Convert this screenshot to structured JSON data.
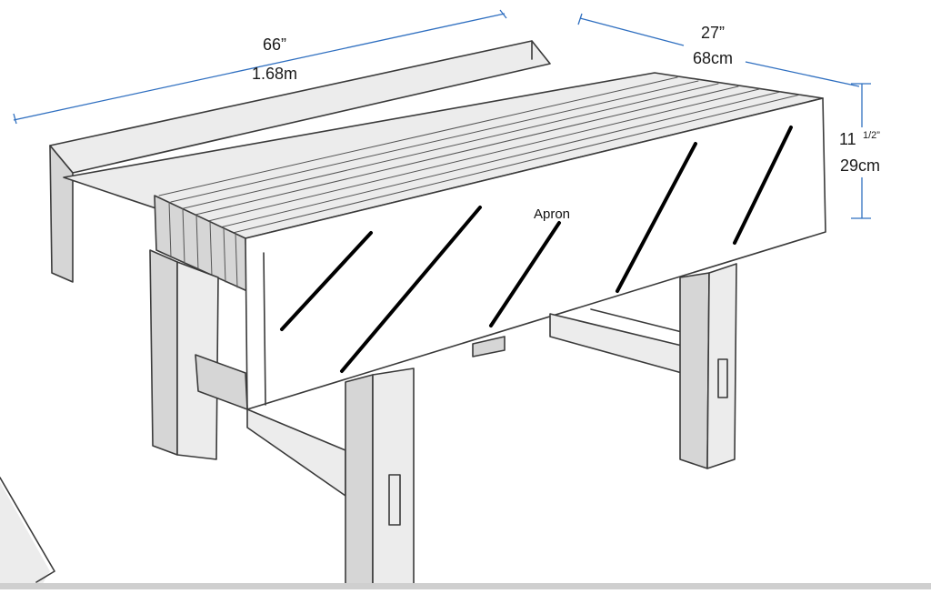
{
  "dimensions": {
    "length": {
      "imperial": "66”",
      "metric": "1.68m"
    },
    "width": {
      "imperial": "27”",
      "metric": "68cm"
    },
    "height": {
      "imperial_whole": "11",
      "imperial_fraction": "1/2”",
      "metric": "29cm"
    }
  },
  "labels": {
    "apron": "Apron"
  },
  "colors": {
    "dimension_line": "#2f6fc0",
    "pencil": "#3a3a3a",
    "hatch": "#000000",
    "background": "#ffffff"
  }
}
